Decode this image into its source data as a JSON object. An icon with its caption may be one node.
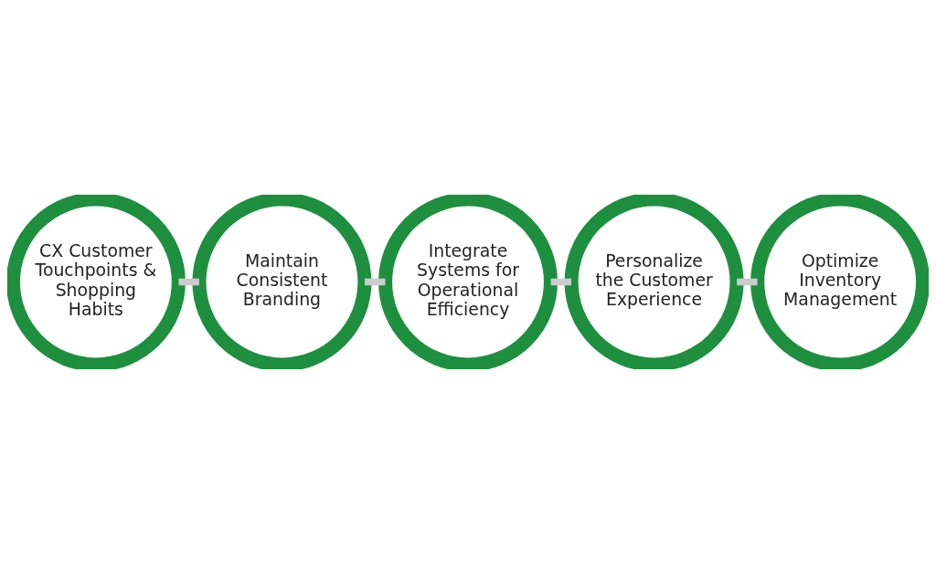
{
  "diagram": {
    "nodes": [
      {
        "text": [
          "CX Customer Touchpoints & Shopping Habits"
        ]
      },
      {
        "text": [
          "Maintain Consistent Branding"
        ]
      },
      {
        "text": [
          "Integrate Systems for Operational Efficiency"
        ]
      },
      {
        "text": [
          "Personalize the Customer Experience"
        ]
      },
      {
        "text": [
          "Optimize Inventory Management"
        ]
      }
    ],
    "edges": [
      {
        "from": 0,
        "to": 1,
        "arrow": "none"
      },
      {
        "from": 1,
        "to": 2,
        "arrow": "none"
      },
      {
        "from": 2,
        "to": 3,
        "arrow": "none"
      },
      {
        "from": 3,
        "to": 4,
        "arrow": "none"
      }
    ]
  }
}
